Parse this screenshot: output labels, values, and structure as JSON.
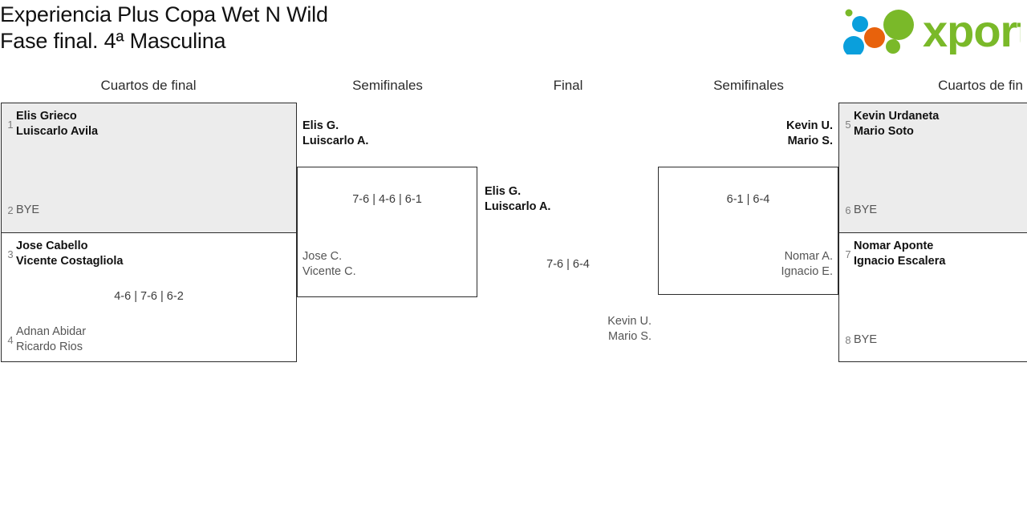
{
  "header": {
    "title_line1": "Experiencia Plus Copa Wet N Wild",
    "title_line2": "Fase final. 4ª Masculina",
    "logo_text": "xporty",
    "logo_colors": {
      "green": "#7ab929",
      "blue": "#0a9fdc",
      "orange": "#e8620c"
    }
  },
  "rounds": [
    {
      "label": "Cuartos de final"
    },
    {
      "label": "Semifinales"
    },
    {
      "label": "Final"
    },
    {
      "label": "Semifinales"
    },
    {
      "label": "Cuartos de fin"
    }
  ],
  "bracket": {
    "left_quarterfinals": [
      {
        "score": "",
        "top": {
          "seed": "1",
          "line1": "Elis Grieco",
          "line2": "Luiscarlo Avila",
          "result": "win"
        },
        "bottom": {
          "seed": "2",
          "line1": "BYE",
          "line2": "",
          "result": "bye"
        }
      },
      {
        "score": "4-6 | 7-6 | 6-2",
        "top": {
          "seed": "3",
          "line1": "Jose Cabello",
          "line2": "Vicente Costagliola",
          "result": "win"
        },
        "bottom": {
          "seed": "4",
          "line1": "Adnan Abidar",
          "line2": "Ricardo Rios",
          "result": "lose"
        }
      }
    ],
    "left_semifinal": {
      "score": "7-6 | 4-6 | 6-1",
      "top": {
        "seed": "",
        "line1": "Elis G.",
        "line2": "Luiscarlo A.",
        "result": "win"
      },
      "bottom": {
        "seed": "",
        "line1": "Jose C.",
        "line2": "Vicente C.",
        "result": "lose"
      }
    },
    "final": {
      "score": "7-6 | 6-4",
      "top": {
        "seed": "",
        "line1": "Elis G.",
        "line2": "Luiscarlo A.",
        "result": "win"
      },
      "bottom": {
        "seed": "",
        "line1": "Kevin U.",
        "line2": "Mario S.",
        "result": "lose"
      }
    },
    "right_semifinal": {
      "score": "6-1 | 6-4",
      "top": {
        "seed": "",
        "line1": "Kevin U.",
        "line2": "Mario S.",
        "result": "win"
      },
      "bottom": {
        "seed": "",
        "line1": "Nomar A.",
        "line2": "Ignacio E.",
        "result": "lose"
      }
    },
    "right_quarterfinals": [
      {
        "score": "",
        "top": {
          "seed": "5",
          "line1": "Kevin Urdaneta",
          "line2": "Mario Soto",
          "result": "win"
        },
        "bottom": {
          "seed": "6",
          "line1": "BYE",
          "line2": "",
          "result": "bye"
        }
      },
      {
        "score": "",
        "top": {
          "seed": "7",
          "line1": "Nomar Aponte",
          "line2": "Ignacio Escalera",
          "result": "win"
        },
        "bottom": {
          "seed": "8",
          "line1": "BYE",
          "line2": "",
          "result": "bye"
        }
      }
    ]
  }
}
